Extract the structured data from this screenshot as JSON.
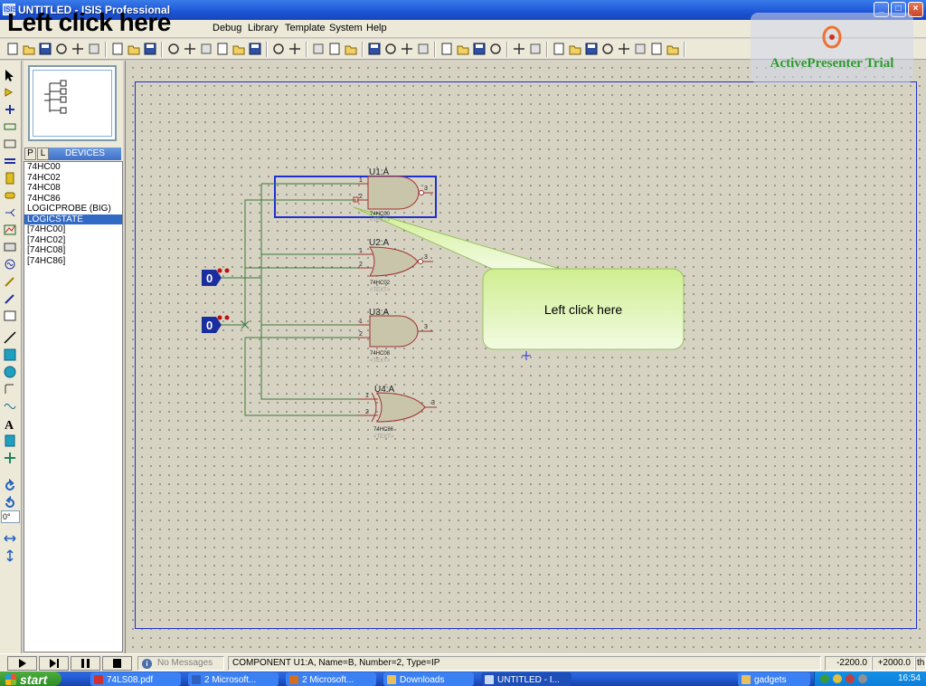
{
  "window": {
    "app_icon": "ISIS",
    "title": "UNTITLED - ISIS Professional",
    "buttons": {
      "minimize": "_",
      "maximize": "□",
      "close": "×"
    }
  },
  "overlay_caption": "Left click here",
  "menu": [
    "Debug",
    "Library",
    "Template",
    "System",
    "Help"
  ],
  "watermark": {
    "text": "ActivePresenter Trial",
    "logo": "activepresenter-logo"
  },
  "toolbar_icons": [
    "new-file-icon",
    "open-icon",
    "save-icon",
    "import-icon",
    "export-icon",
    "print-icon",
    "area-icon",
    "refresh-icon",
    "grid-icon",
    "origin-icon",
    "pan-icon",
    "zoom-in-icon",
    "zoom-out-icon",
    "zoom-all-icon",
    "zoom-area-icon",
    "undo-icon",
    "redo-icon",
    "cut-icon",
    "copy-icon",
    "paste-icon",
    "block-copy-icon",
    "block-move-icon",
    "block-rotate-icon",
    "block-delete-icon",
    "pick-device-icon",
    "make-device-icon",
    "package-icon",
    "decompose-icon",
    "wire-autoroute-icon",
    "search-icon",
    "property-tool-icon",
    "design-explorer-icon",
    "new-sheet-icon",
    "remove-sheet-icon",
    "goto-sheet-icon",
    "bom-icon",
    "erc-icon",
    "netlist-icon"
  ],
  "left_tools": [
    "selection-mode-icon",
    "component-mode-icon",
    "junction-icon",
    "wire-label-icon",
    "text-script-icon",
    "bus-icon",
    "subcircuit-icon",
    "terminal-icon",
    "device-pin-icon",
    "graph-icon",
    "tape-recorder-icon",
    "generator-icon",
    "voltage-probe-icon",
    "current-probe-icon",
    "virtual-instrument-icon",
    "line-icon",
    "box-icon",
    "circle-icon",
    "arc-icon",
    "path-icon",
    "text-icon",
    "symbol-icon",
    "marker-icon",
    "rotate-cw-icon",
    "rotate-ccw-icon",
    "mirror-x-icon",
    "mirror-y-icon"
  ],
  "rotation_value": "0°",
  "devices_panel": {
    "tab_p": "P",
    "tab_l": "L",
    "title": "DEVICES",
    "items": [
      "74HC00",
      "74HC02",
      "74HC08",
      "74HC86",
      "LOGICPROBE (BIG)",
      "LOGICSTATE",
      "[74HC00]",
      "[74HC02]",
      "[74HC08]",
      "[74HC86]"
    ],
    "selected_index": 5
  },
  "schematic": {
    "gates": [
      {
        "ref": "U1:A",
        "part": "74HC00",
        "type": "nand",
        "text_label": "<TEXT>"
      },
      {
        "ref": "U2:A",
        "part": "74HC02",
        "type": "nor",
        "text_label": "<TEXT>"
      },
      {
        "ref": "U3:A",
        "part": "74HC08",
        "type": "and",
        "text_label": "<TEXT>"
      },
      {
        "ref": "U4:A",
        "part": "74HC86",
        "type": "xor",
        "text_label": "<TEXT>"
      }
    ],
    "pin_labels": {
      "in1": "1",
      "in2": "2",
      "out": "3"
    },
    "logic_states": [
      {
        "value": "0"
      },
      {
        "value": "0"
      }
    ]
  },
  "callout": {
    "text": "Left click here"
  },
  "statusbar": {
    "messages": "No Messages",
    "component_info": "COMPONENT U1:A, Name=B, Number=2, Type=IP",
    "coord_x": "-2200.0",
    "coord_y": "+2000.0",
    "units": "th"
  },
  "taskbar": {
    "start": "start",
    "tasks": [
      "74LS08.pdf",
      "2 Microsoft...",
      "2 Microsoft...",
      "Downloads",
      "UNTITLED - I...",
      "gadgets"
    ],
    "active_task_index": 4,
    "clock": "16:54"
  },
  "colors": {
    "title_blue": "#1c55d6",
    "wire_green": "#3a7a3a",
    "gate_fill": "#c9c5aa",
    "gate_stroke": "#a03030",
    "selection_blue": "#2030d0",
    "logic_state_blue": "#1a2ea0",
    "callout_green": "#d8f0a8",
    "watermark_green": "#2e9a2e"
  }
}
